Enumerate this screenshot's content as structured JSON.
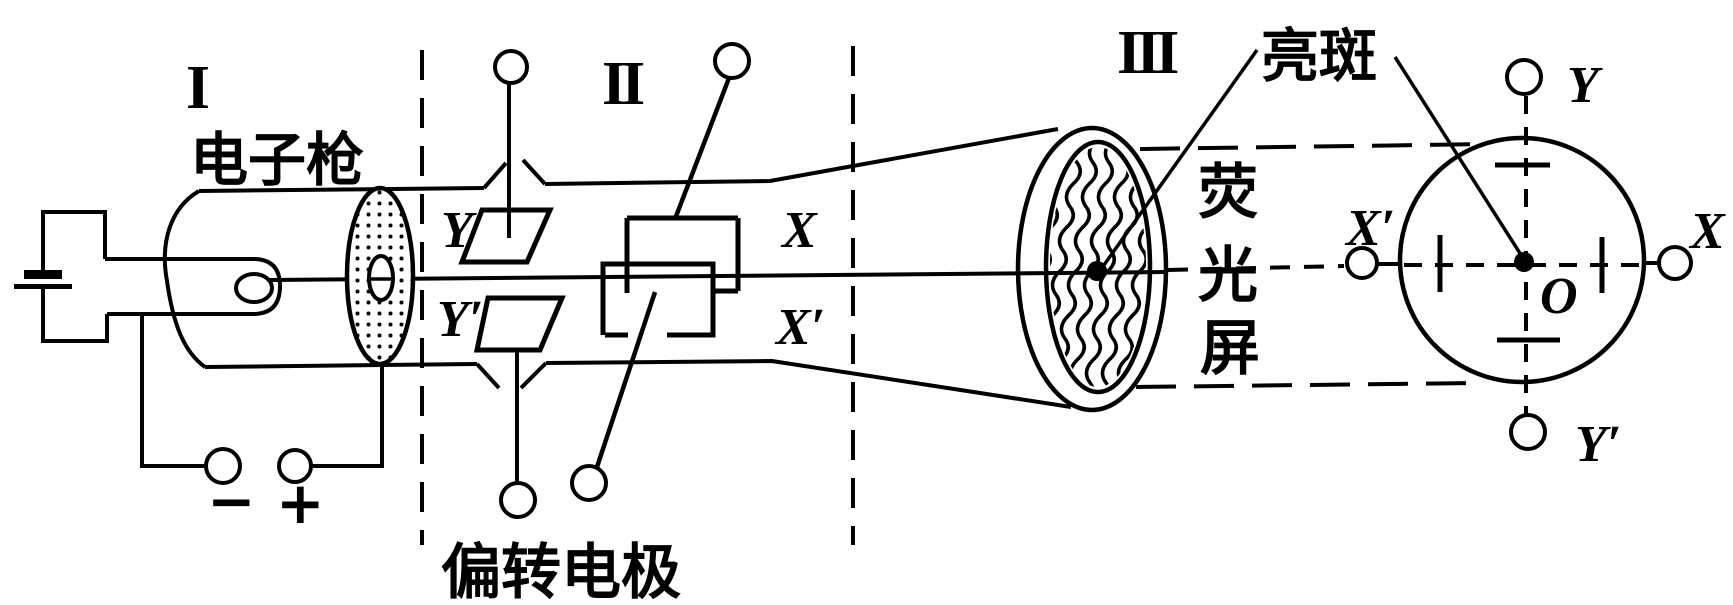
{
  "sections": {
    "gun": {
      "numeral": "I",
      "label": "电子枪"
    },
    "deflection": {
      "numeral": "II",
      "label": "偏转电极"
    },
    "screen": {
      "numeral": "III"
    }
  },
  "screen": {
    "bright_spot": "亮斑",
    "fluorescent": [
      "荧",
      "光",
      "屏"
    ]
  },
  "plates": {
    "y": "Y",
    "y_prime": "Y′",
    "x": "X",
    "x_prime": "X′"
  },
  "front_view": {
    "y": "Y",
    "y_prime": "Y′",
    "x": "X",
    "x_prime": "X′",
    "origin": "O"
  },
  "power": {
    "minus": "−",
    "plus": "+"
  },
  "colors": {
    "ink": "#000000",
    "background": "#ffffff"
  }
}
